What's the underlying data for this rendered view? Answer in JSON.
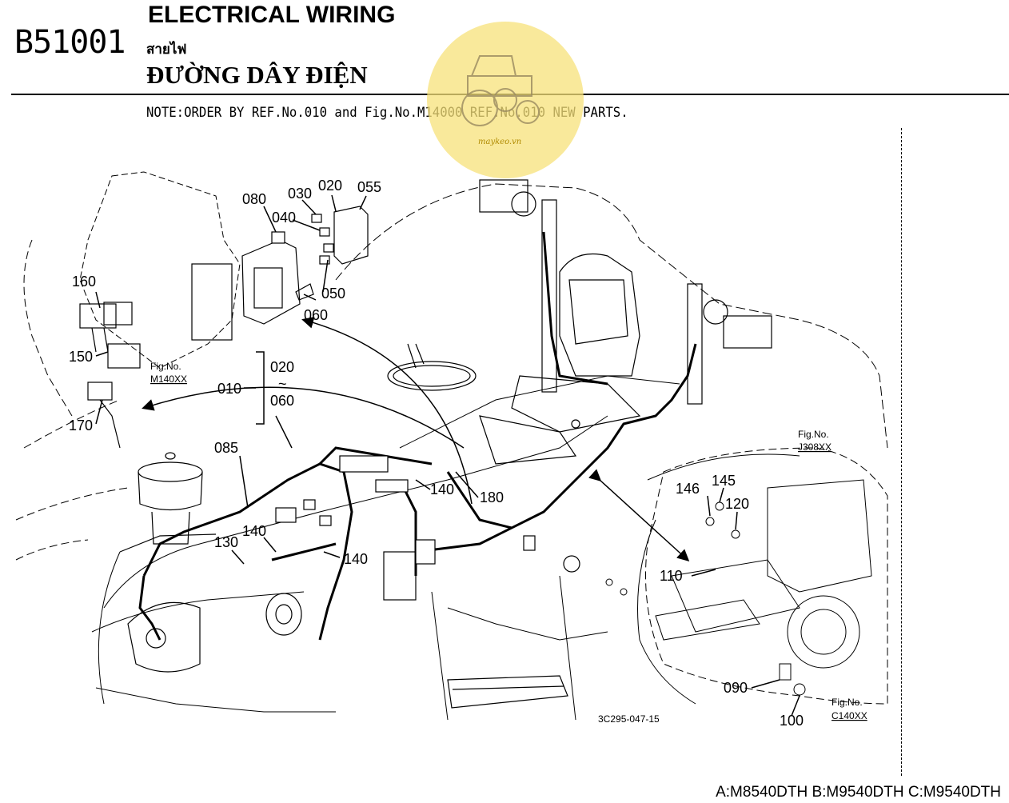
{
  "header": {
    "code": "B51001",
    "title_en": "ELECTRICAL WIRING",
    "title_th": "สายไฟ",
    "title_vi": "ĐƯỜNG DÂY ĐIỆN"
  },
  "note": "NOTE:ORDER BY REF.No.010 and Fig.No.M14000 REF.No.010 NEW PARTS.",
  "watermark": {
    "text": "maykeo.vn",
    "color": "#f7e27a"
  },
  "labels": {
    "p010": "010",
    "p020a": "020",
    "p020b": "020",
    "tilde": "~",
    "p030": "030",
    "p040": "040",
    "p050": "050",
    "p055": "055",
    "p060a": "060",
    "p060b": "060",
    "p080": "080",
    "p085": "085",
    "p090": "090",
    "p100": "100",
    "p110": "110",
    "p120": "120",
    "p130": "130",
    "p140a": "140",
    "p140b": "140",
    "p140c": "140",
    "p145": "145",
    "p146": "146",
    "p150": "150",
    "p160": "160",
    "p170": "170",
    "p180": "180"
  },
  "fig_refs": {
    "m140_a": "Fig.No.",
    "m140_b": "M140XX",
    "j308_a": "Fig.No.",
    "j308_b": "J308XX",
    "c140_a": "Fig.No.",
    "c140_b": "C140XX"
  },
  "drawing_code": "3C295-047-15",
  "footer": "A:M8540DTH B:M9540DTH C:M9540DTH"
}
